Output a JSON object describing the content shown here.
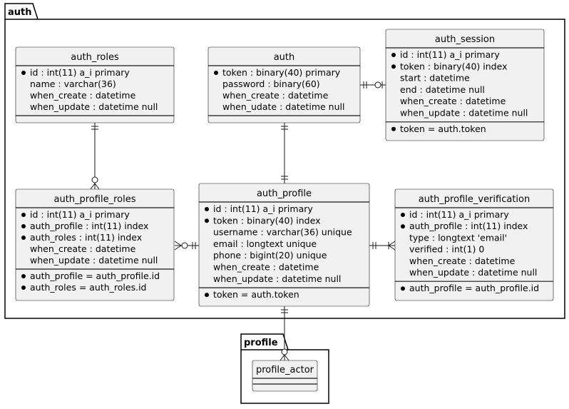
{
  "packages": {
    "auth": {
      "label": "auth"
    },
    "profile": {
      "label": "profile"
    }
  },
  "entities": {
    "auth_roles": {
      "name": "auth_roles",
      "attributes": [
        {
          "text": "id : int(11) a_i primary",
          "key": true
        },
        {
          "text": "name : varchar(36)",
          "key": false
        },
        {
          "text": "when_create : datetime",
          "key": false
        },
        {
          "text": "when_update : datetime null",
          "key": false
        }
      ],
      "constraints": []
    },
    "auth": {
      "name": "auth",
      "attributes": [
        {
          "text": "token : binary(40) primary",
          "key": true
        },
        {
          "text": "password : binary(60)",
          "key": false
        },
        {
          "text": "when_create : datetime",
          "key": false
        },
        {
          "text": "when_udate : datetime null",
          "key": false
        }
      ],
      "constraints": []
    },
    "auth_session": {
      "name": "auth_session",
      "attributes": [
        {
          "text": "id : int(11) a_i primary",
          "key": true
        },
        {
          "text": "token : binary(40) index",
          "key": true
        },
        {
          "text": "start : datetime",
          "key": false
        },
        {
          "text": "end : datetime null",
          "key": false
        },
        {
          "text": "when_create : datetime",
          "key": false
        },
        {
          "text": "when_update : datetime null",
          "key": false
        }
      ],
      "constraints": [
        {
          "text": "token = auth.token",
          "key": true
        }
      ]
    },
    "auth_profile_roles": {
      "name": "auth_profile_roles",
      "attributes": [
        {
          "text": "id : int(11) a_i primary",
          "key": true
        },
        {
          "text": "auth_profile : int(11) index",
          "key": true
        },
        {
          "text": "auth_roles : int(11) index",
          "key": true
        },
        {
          "text": "when_create : datetime",
          "key": false
        },
        {
          "text": "when_update : datetime null",
          "key": false
        }
      ],
      "constraints": [
        {
          "text": "auth_profile = auth_profile.id",
          "key": true
        },
        {
          "text": "auth_roles = auth_roles.id",
          "key": true
        }
      ]
    },
    "auth_profile": {
      "name": "auth_profile",
      "attributes": [
        {
          "text": "id : int(11) a_i primary",
          "key": true
        },
        {
          "text": "token : binary(40) index",
          "key": true
        },
        {
          "text": "username : varchar(36) unique",
          "key": false
        },
        {
          "text": "email : longtext unique",
          "key": false
        },
        {
          "text": "phone : bigint(20) unique",
          "key": false
        },
        {
          "text": "when_create : datetime",
          "key": false
        },
        {
          "text": "when_update : datetime null",
          "key": false
        }
      ],
      "constraints": [
        {
          "text": "token = auth.token",
          "key": true
        }
      ]
    },
    "auth_profile_verification": {
      "name": "auth_profile_verification",
      "attributes": [
        {
          "text": "id : int(11) a_i primary",
          "key": true
        },
        {
          "text": "auth_profile : int(11) index",
          "key": true
        },
        {
          "text": "type : longtext 'email'",
          "key": false
        },
        {
          "text": "verified : int(1) 0",
          "key": false
        },
        {
          "text": "when_create : datetime",
          "key": false
        },
        {
          "text": "when_update : datetime null",
          "key": false
        }
      ],
      "constraints": [
        {
          "text": "auth_profile = auth_profile.id",
          "key": true
        }
      ]
    },
    "profile_actor": {
      "name": "profile_actor",
      "attributes": [],
      "constraints": []
    }
  }
}
